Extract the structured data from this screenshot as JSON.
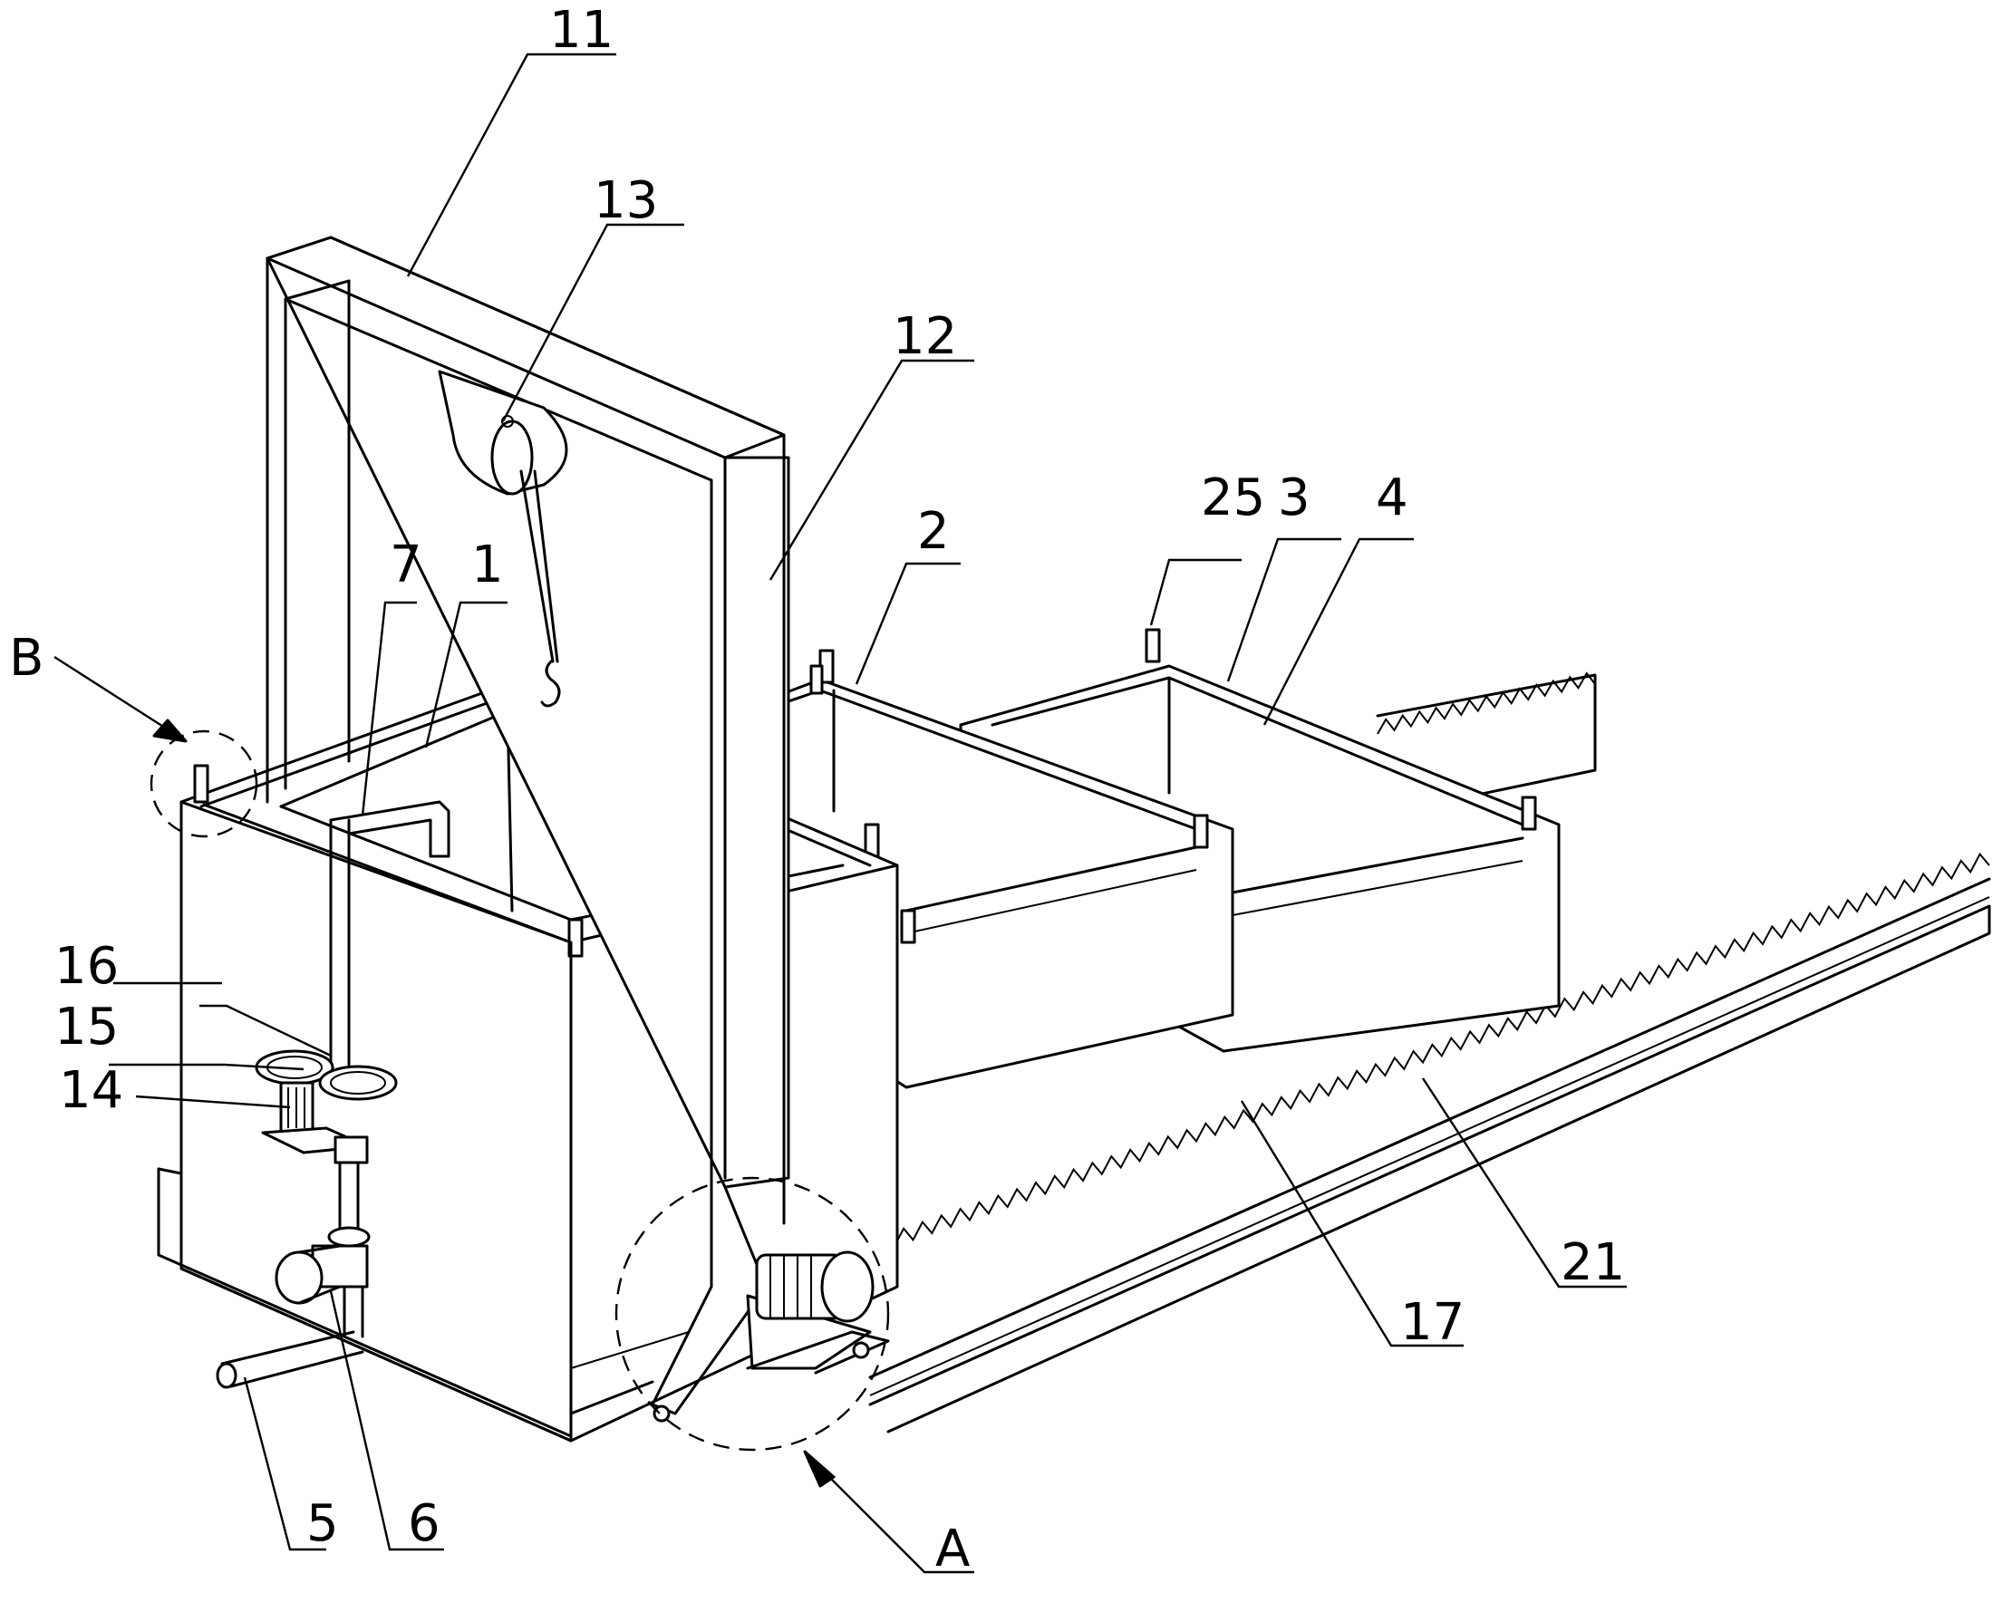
{
  "labels": {
    "l11": "11",
    "l13": "13",
    "l12": "12",
    "l2": "2",
    "l25": "25",
    "l3": "3",
    "l4": "4",
    "l7": "7",
    "l1": "1",
    "lB": "B",
    "l16": "16",
    "l15": "15",
    "l14": "14",
    "l21": "21",
    "l17": "17",
    "l5": "5",
    "l6": "6",
    "lA": "A"
  }
}
